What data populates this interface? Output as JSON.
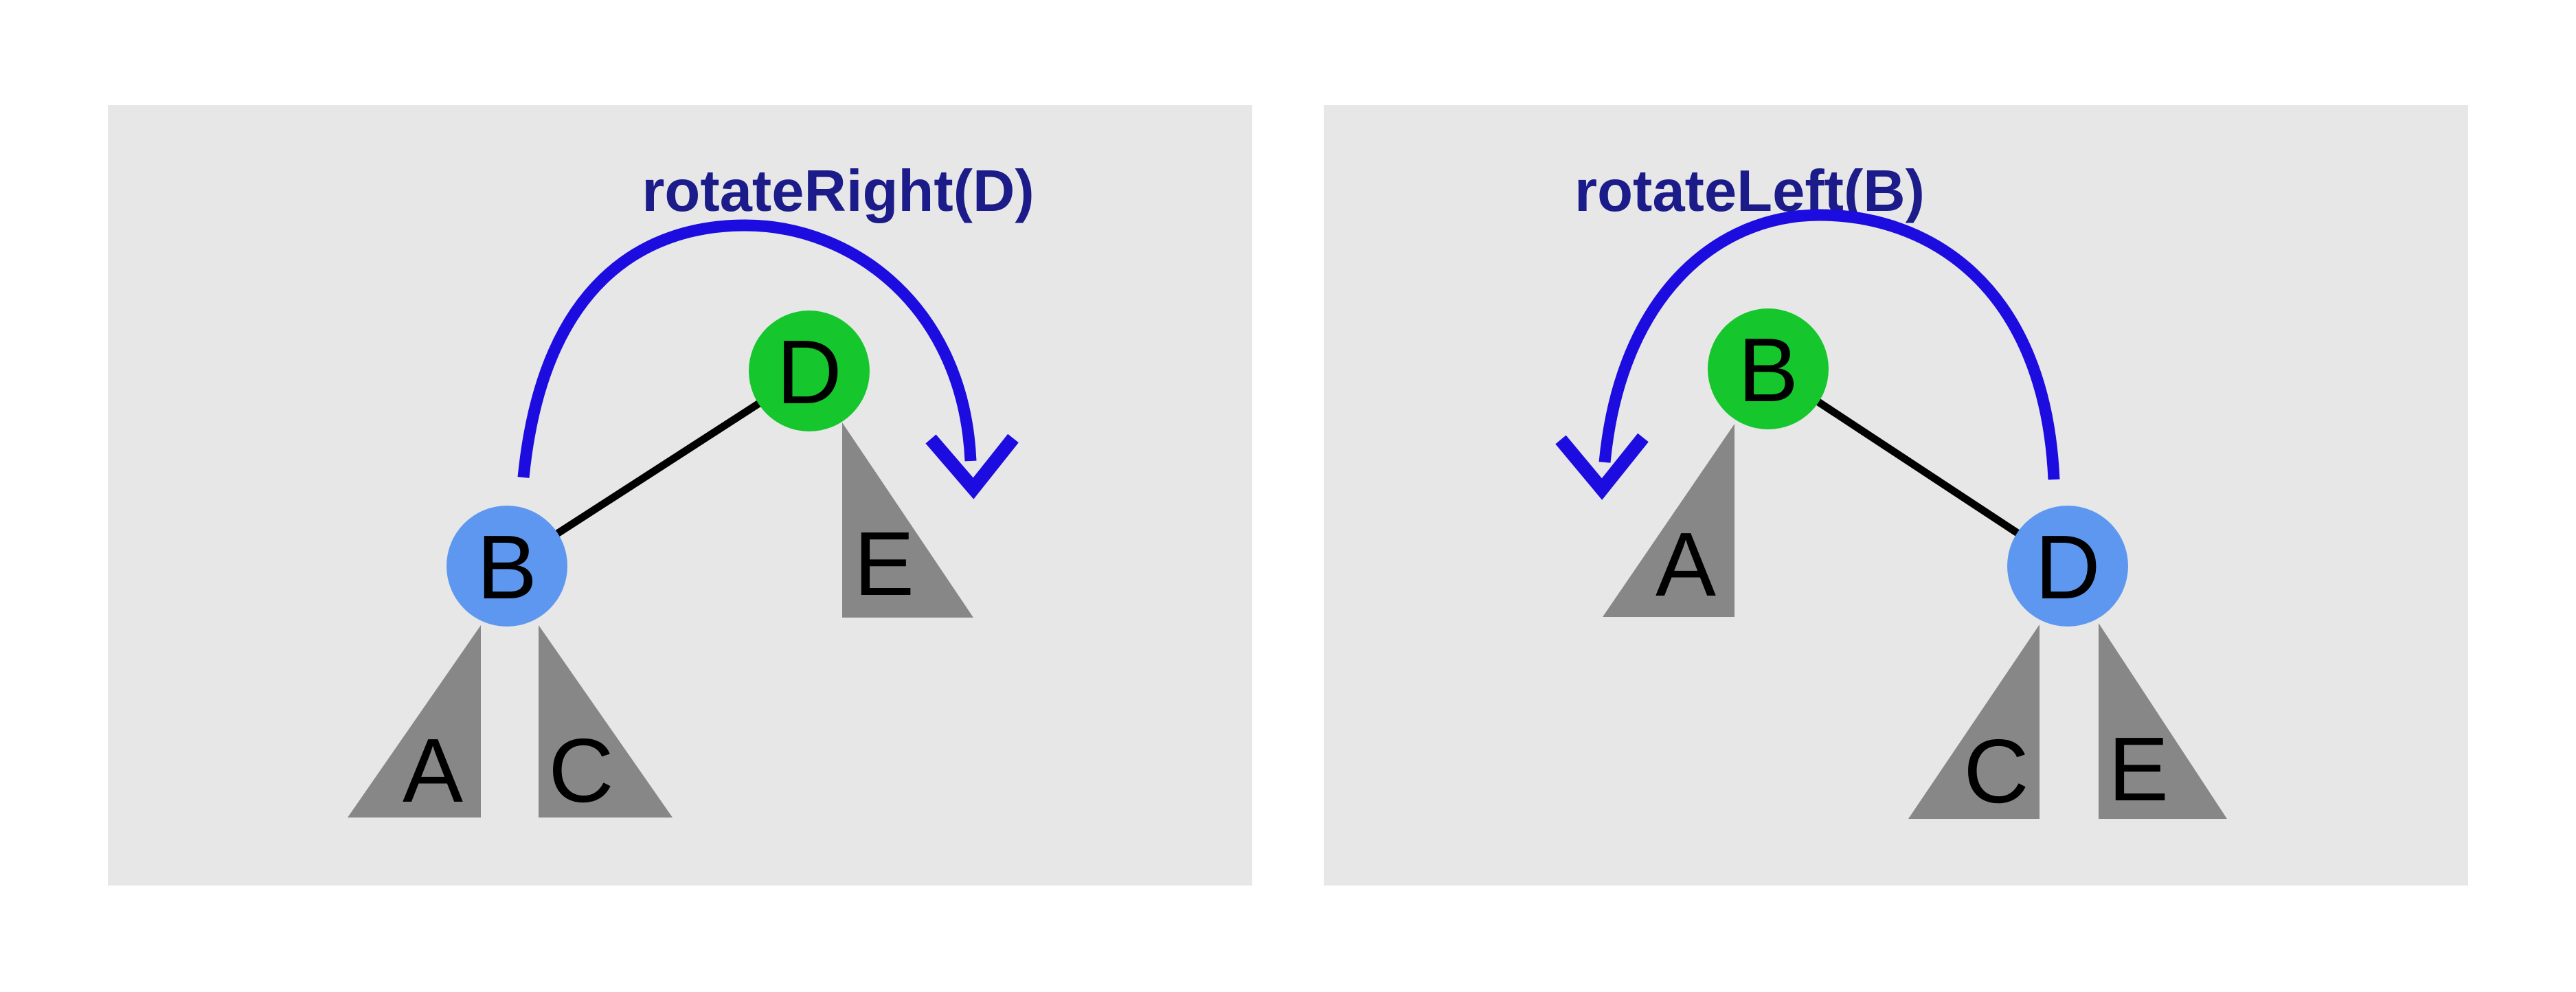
{
  "colors": {
    "page_bg": "#ffffff",
    "panel_bg": "#e7e7e7",
    "title": "#1b1b8a",
    "arrow": "#1c0ce0",
    "top_node_fill": "#15c62c",
    "child_node_fill": "#5e97f0",
    "subtree_fill": "#878787",
    "edge": "#000000",
    "label": "#000000"
  },
  "left_panel": {
    "title": "rotateRight(D)",
    "top_node": "D",
    "child_node": "B",
    "subtrees": {
      "left": "A",
      "mid": "C",
      "right": "E"
    }
  },
  "right_panel": {
    "title": "rotateLeft(B)",
    "top_node": "B",
    "child_node": "D",
    "subtrees": {
      "left": "A",
      "mid": "C",
      "right": "E"
    }
  }
}
